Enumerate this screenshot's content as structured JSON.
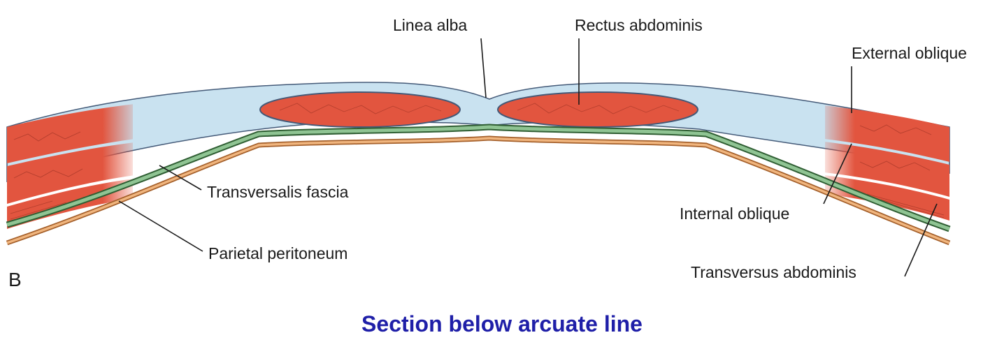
{
  "diagram": {
    "panel_letter": "B",
    "caption": "Section below arcuate line",
    "labels": {
      "linea_alba": "Linea alba",
      "rectus_abdominis": "Rectus abdominis",
      "external_oblique": "External oblique",
      "transversalis_fascia": "Transversalis fascia",
      "internal_oblique": "Internal oblique",
      "parietal_peritoneum": "Parietal peritoneum",
      "transversus_abdominis": "Transversus abdominis"
    },
    "colors": {
      "caption": "#1f1fa8",
      "muscle": "#e2553f",
      "aponeurosis": "#c9e2f0",
      "fascia_green": "#5a9a5e",
      "peritoneum_orange": "#d98a48",
      "outline": "#445a78"
    }
  }
}
